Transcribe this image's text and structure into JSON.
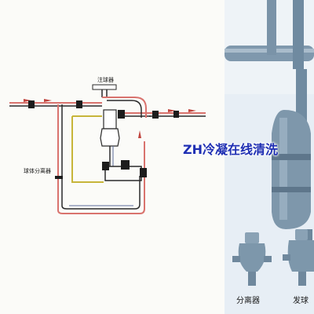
{
  "diagram": {
    "label_injector": "注球器",
    "label_ball_separator": "球体分离器"
  },
  "headline": "ZH冷凝在线清洗",
  "captions": {
    "separator": "分离器",
    "launcher": "发球"
  },
  "colors": {
    "pipe_red": "#d9736e",
    "pipe_black": "#2a2a2a",
    "pipe_blue": "#5b6b9a",
    "pipe_yellow": "#c7b53a",
    "title_blue": "#1f2fb3",
    "photo_bg": "#e7eef5",
    "steel": "#7f98ad"
  }
}
